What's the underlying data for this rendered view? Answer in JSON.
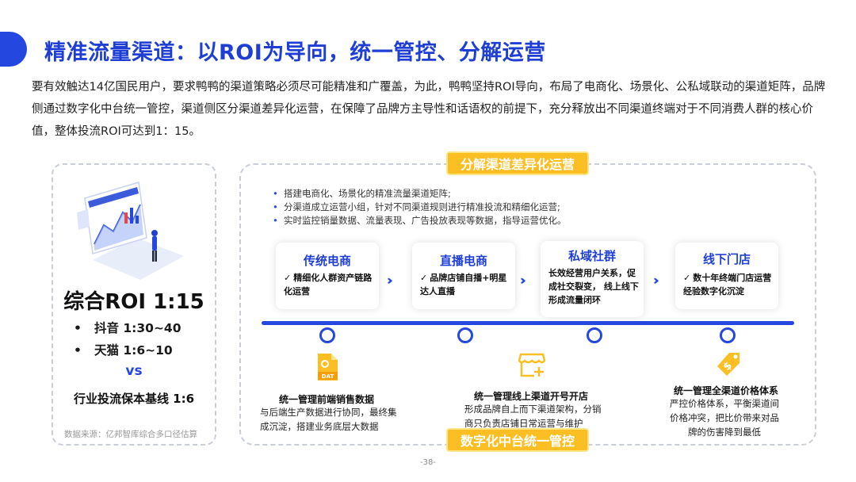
{
  "title": "精准流量渠道：以ROI为导向，统一管控、分解运营",
  "intro": "要有效触达14亿国民用户，要求鸭鸭的渠道策略必须尽可能精准和广覆盖，为此，鸭鸭坚持ROI导向，布局了电商化、场景化、公私域联动的渠道矩阵，品牌侧通过数字化中台统一管控，渠道侧区分渠道差异化运营，在保障了品牌方主导性和话语权的前提下，充分释放出不同渠道终端对于不同消费人群的核心价值，整体投流ROI可达到1：15。",
  "left": {
    "roi_title": "综合ROI 1:15",
    "items": [
      {
        "bullet": "•",
        "text": "抖音 1:30~40"
      },
      {
        "bullet": "•",
        "text": "天猫 1:6~10"
      }
    ],
    "vs": "vs",
    "baseline": "行业投流保本基线 1:6",
    "source": "数据来源：亿邦智库综合多口径估算"
  },
  "right": {
    "top_pill": "分解渠道差异化运营",
    "bottom_pill": "数字化中台统一管控",
    "bullets": [
      "搭建电商化、场景化的精准流量渠道矩阵;",
      "分渠道成立运营小组，针对不同渠道规则进行精准投流和精细化运营;",
      "实时监控销量数据、流量表现、广告投放表现等数据，指导运营优化。"
    ],
    "bullet_mark": "•",
    "arrow": "›››",
    "channels": [
      {
        "title": "传统电商",
        "check": "✓",
        "body": "精细化人群资产链路化运营"
      },
      {
        "title": "直播电商",
        "check": "✓",
        "body": "品牌店铺自播+明星达人直播"
      },
      {
        "title": "私域社群",
        "check": "",
        "body": "长效经营用户关系，促成社交裂变， 线上线下形成流量闭环"
      },
      {
        "title": "线下门店",
        "check": "✓",
        "body": "数十年终端门店运营经验数字化沉淀"
      }
    ],
    "bottom": [
      {
        "title": "统一管理前端销售数据",
        "text": "与后端生产数据进行协同，最终集成沉淀，搭建业务底层大数据",
        "icon": "data-file-icon",
        "icon_text": "DAT"
      },
      {
        "title": "统一管理线上渠道开号开店",
        "text": "形成品牌自上而下渠道架构，分销商只负责店铺日常运营与维护",
        "icon": "storefront-icon"
      },
      {
        "title": "统一管理全渠道价格体系",
        "text": "严控价格体系，平衡渠道间价格冲突，把比价带来对品牌的伤害降到最低",
        "icon": "price-tag-icon"
      }
    ]
  },
  "page_number": "-38-",
  "colors": {
    "primary": "#2447e0",
    "accent": "#fbbf24",
    "dashed_border": "#c9ced8"
  }
}
